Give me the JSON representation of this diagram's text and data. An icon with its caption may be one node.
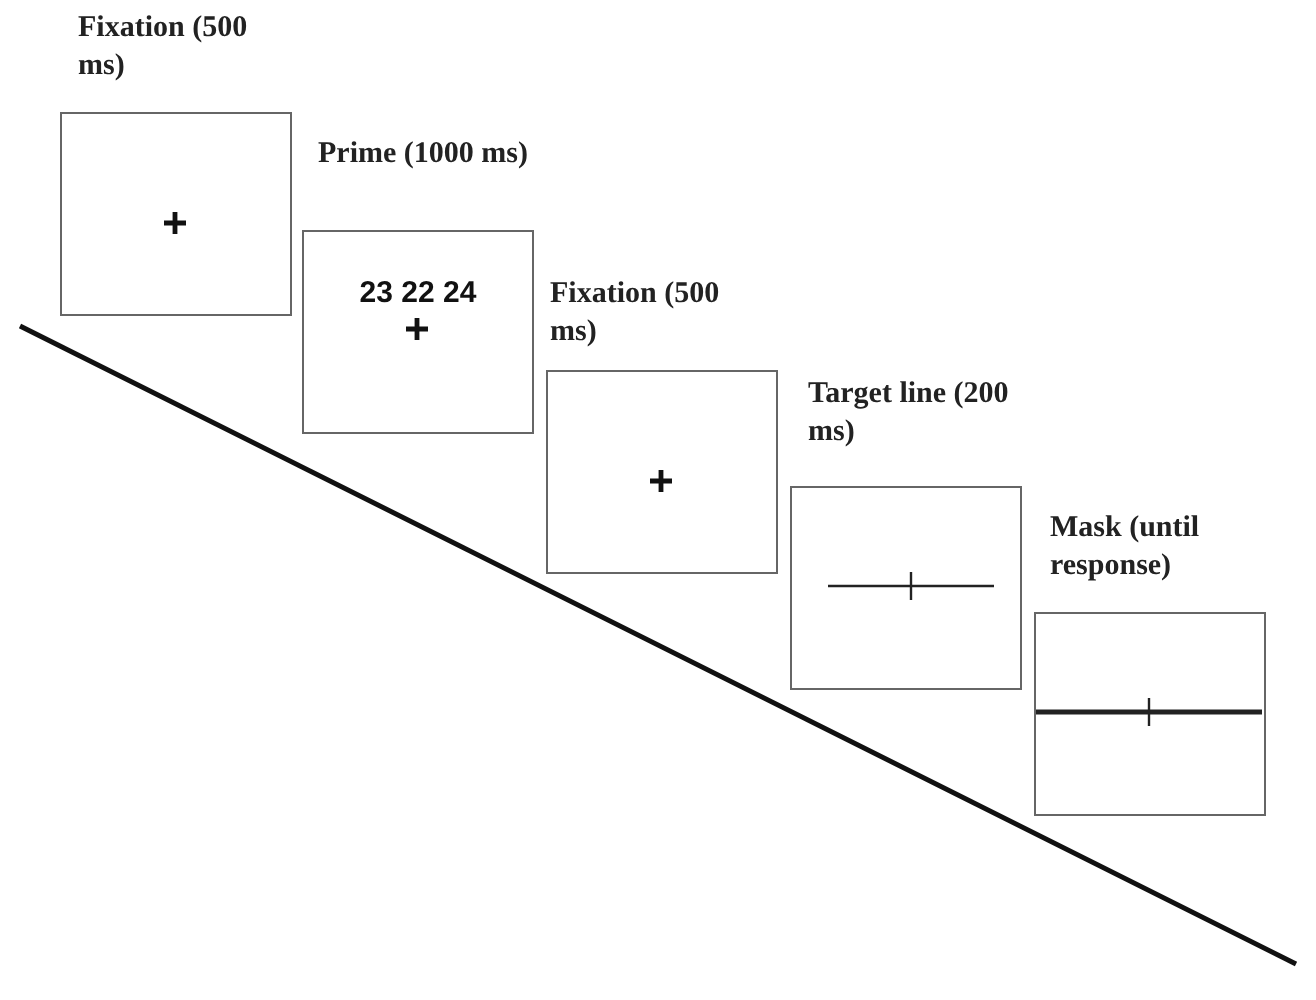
{
  "diagram": {
    "nodes": [
      {
        "text": [
          "Fixation (500 ms)"
        ]
      },
      {
        "text": [
          "Prime (1000 ms)",
          "23 22 24"
        ]
      },
      {
        "text": [
          "Fixation (500 ms)"
        ]
      },
      {
        "text": [
          "Target line (200 ms)"
        ]
      },
      {
        "text": [
          "Mask (until response)"
        ]
      }
    ]
  }
}
